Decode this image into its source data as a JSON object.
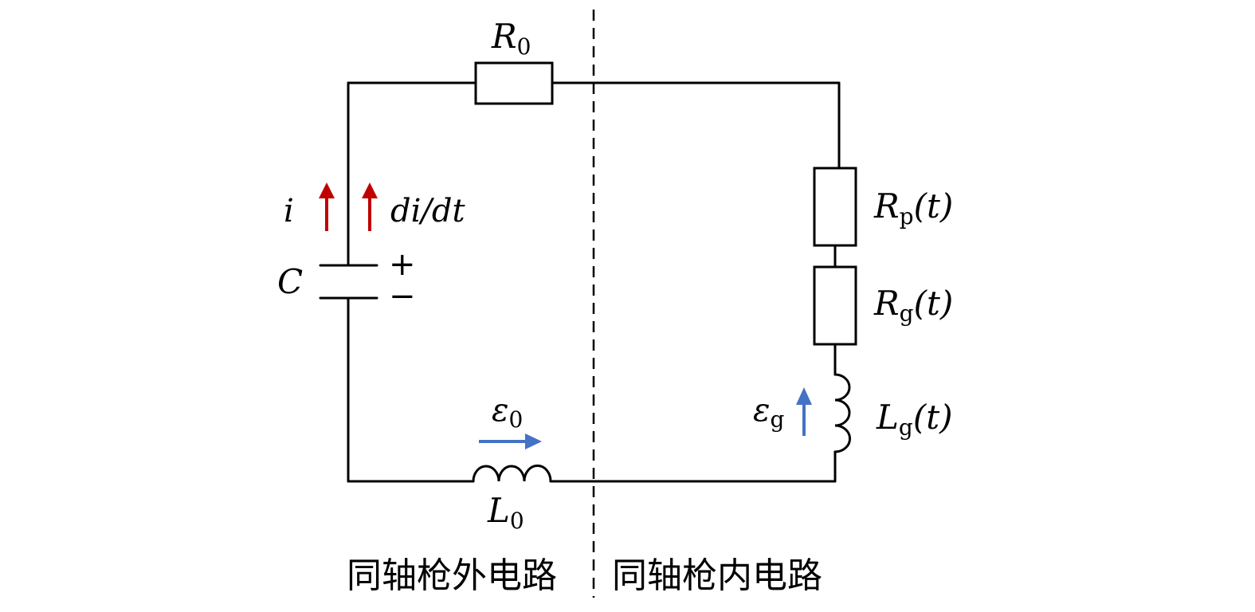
{
  "labels": {
    "r0": {
      "main": "R",
      "sub": "0"
    },
    "rp": {
      "main": "R",
      "sub": "p",
      "arg": "(t)"
    },
    "rg": {
      "main": "R",
      "sub": "g",
      "arg": "(t)"
    },
    "lg": {
      "main": "L",
      "sub": "g",
      "arg": "(t)"
    },
    "l0": {
      "main": "L",
      "sub": "0"
    },
    "c": "C",
    "i": "i",
    "didt": "di/dt",
    "plus": "+",
    "minus": "−",
    "eps0": {
      "main": "ε",
      "sub": "0"
    },
    "epsg": {
      "main": "ε",
      "sub": "g"
    }
  },
  "regions": {
    "outside": "同轴枪外电路",
    "inside": "同轴枪内电路"
  },
  "colors": {
    "current_arrow": "#c00000",
    "emf_arrow": "#4472c4",
    "wire": "#000000"
  }
}
